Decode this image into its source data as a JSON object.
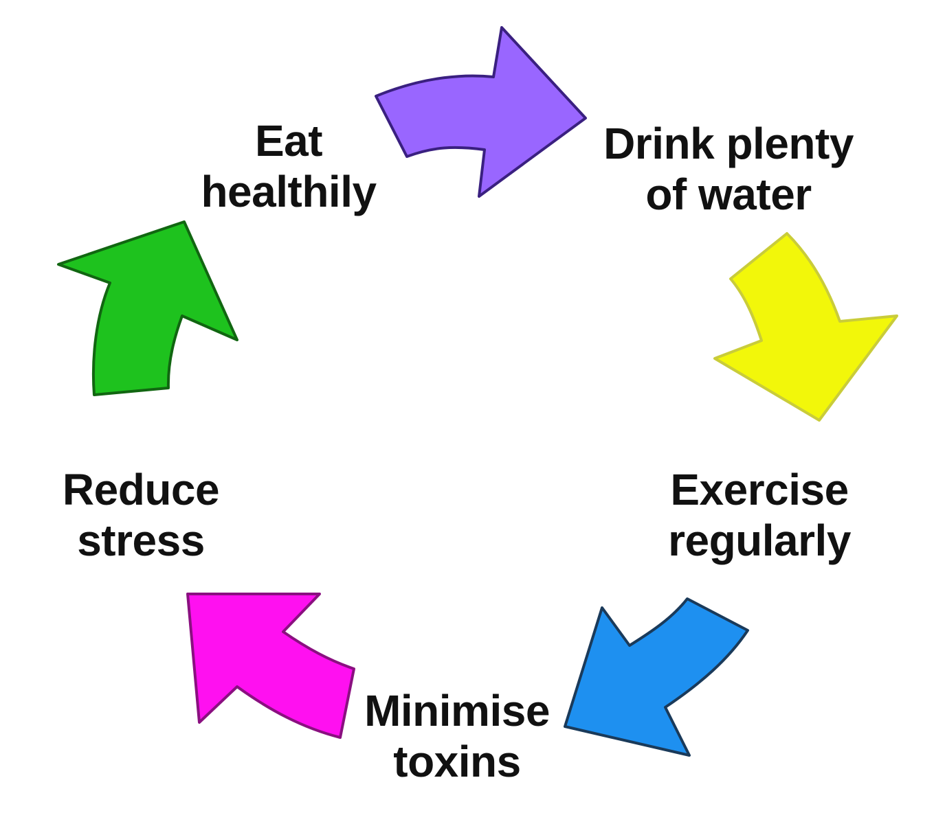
{
  "diagram": {
    "type": "cycle",
    "steps": [
      {
        "id": "eat",
        "line1": "Eat",
        "line2": "healthily"
      },
      {
        "id": "drink",
        "line1": "Drink plenty",
        "line2": "of water"
      },
      {
        "id": "exercise",
        "line1": "Exercise",
        "line2": "regularly"
      },
      {
        "id": "minimise",
        "line1": "Minimise",
        "line2": "toxins"
      },
      {
        "id": "reduce",
        "line1": "Reduce",
        "line2": "stress"
      }
    ],
    "arrows": [
      {
        "from": "Eat healthily",
        "to": "Drink plenty of water",
        "color": "#9966ff",
        "stroke": "#3a2080"
      },
      {
        "from": "Drink plenty of water",
        "to": "Exercise regularly",
        "color": "#f2f70a",
        "stroke": "#b8bc20"
      },
      {
        "from": "Exercise regularly",
        "to": "Minimise toxins",
        "color": "#1e90f0",
        "stroke": "#1a3a5a"
      },
      {
        "from": "Minimise toxins",
        "to": "Reduce stress",
        "color": "#ff10f0",
        "stroke": "#8a1080"
      },
      {
        "from": "Reduce stress",
        "to": "Eat healthily",
        "color": "#1ec21e",
        "stroke": "#116611"
      }
    ]
  }
}
